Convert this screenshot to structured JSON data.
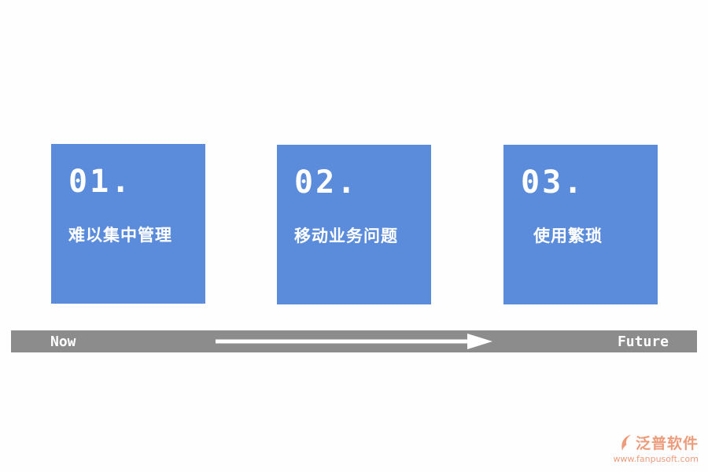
{
  "cards": [
    {
      "number": "01.",
      "label": "难以集中管理"
    },
    {
      "number": "02.",
      "label": "移动业务问题"
    },
    {
      "number": "03.",
      "label": "使用繁琐"
    }
  ],
  "timeline": {
    "start_label": "Now",
    "end_label": "Future"
  },
  "footer": {
    "brand": "泛普软件",
    "url": "www.fanpusoft.com"
  },
  "colors": {
    "card_blue": "#5b8cdb",
    "bar_gray": "#8c8c8c",
    "brand_orange": "#ed9c7b",
    "text_white": "#ffffff"
  }
}
